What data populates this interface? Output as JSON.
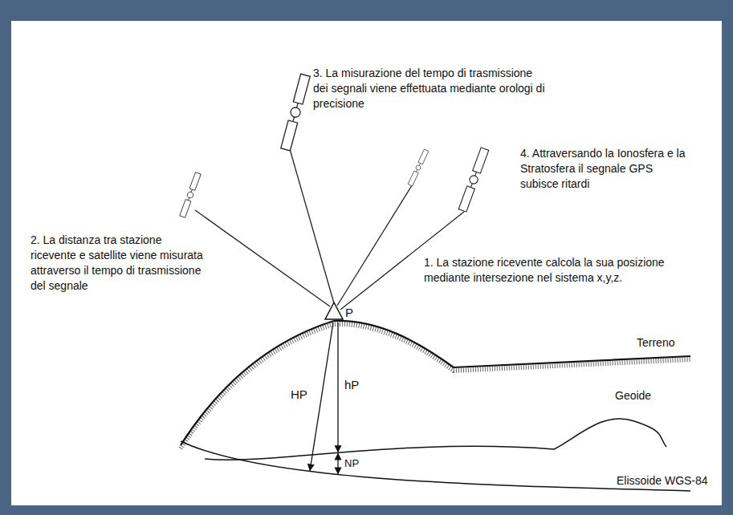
{
  "diagram": {
    "labels": [
      "3. La misurazione del tempo di trasmissione dei segnali viene effettuata mediante orologi di precisione",
      "4. Attraversando la Ionosfera e la Stratosfera il segnale GPS subisce ritardi",
      "2. La distanza tra stazione ricevente e satellite viene misurata attraverso il tempo di trasmissione del segnale",
      "1. La stazione ricevente calcola la sua posizione mediante intersezione nel sistema x,y,z.",
      "P",
      "Terreno",
      "hP",
      "HP",
      "NP",
      "Geoide",
      "Elissoide WGS-84"
    ]
  }
}
